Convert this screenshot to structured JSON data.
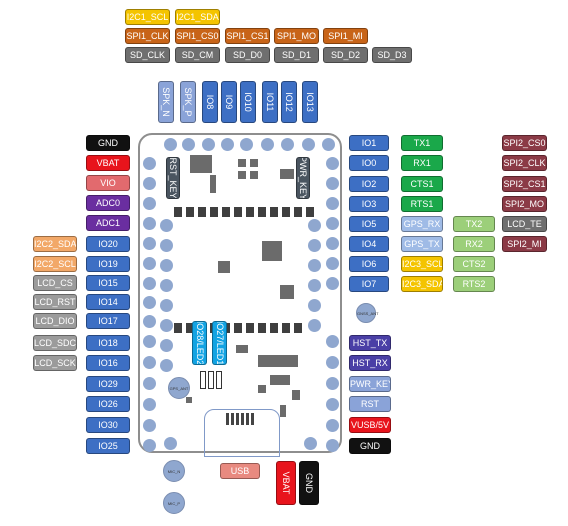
{
  "top": {
    "row1": [
      "I2C1_SCL",
      "I2C1_SDA"
    ],
    "row2": [
      "SPI1_CLK",
      "SPI1_CS0",
      "SPI1_CS1",
      "SPI1_MO",
      "SPI1_MI"
    ],
    "row3": [
      "SD_CLK",
      "SD_CM",
      "SD_D0",
      "SD_D1",
      "SD_D2",
      "SD_D3"
    ],
    "vertical": [
      "SPK_N",
      "SPK_P",
      "IO8",
      "IO9",
      "IO10",
      "IO11",
      "IO12",
      "IO13"
    ]
  },
  "left": {
    "power": [
      "GND",
      "VBAT",
      "VIO",
      "ADC0",
      "ADC1"
    ],
    "io": [
      "IO20",
      "IO19",
      "IO15",
      "IO14",
      "IO17",
      "IO18",
      "IO16",
      "IO29",
      "IO26",
      "IO30",
      "IO25"
    ],
    "alt": [
      "I2C2_SDA",
      "I2C2_SCL",
      "LCD_CS",
      "LCD_RST",
      "LCD_DIO",
      "LCD_SDC",
      "LCD_SCK"
    ]
  },
  "right": {
    "io": [
      "IO1",
      "IO0",
      "IO2",
      "IO3",
      "IO5",
      "IO4",
      "IO6",
      "IO7"
    ],
    "uart": [
      "TX1",
      "RX1",
      "CTS1",
      "RTS1"
    ],
    "gps": [
      "GPS_RX",
      "GPS_TX"
    ],
    "i2c3": [
      "I2C3_SCL",
      "I2C3_SDA"
    ],
    "uart2": [
      "TX2",
      "RX2",
      "CTS2",
      "RTS2"
    ],
    "spi2": [
      "SPI2_CS0",
      "SPI2_CLK",
      "SPI2_CS1",
      "SPI2_MO"
    ],
    "lcd_te": "LCD_TE",
    "spi2_mi": "SPI2_MI",
    "bottom": [
      "HST_TX",
      "HST_RX",
      "PWR_KEY",
      "RST",
      "VUSB/5V",
      "GND"
    ]
  },
  "board": {
    "rst_key": "RST_KEY",
    "pwr_key": "PWR_KEY",
    "led2": "IO28/LED2",
    "led1": "IO27/LED1",
    "gnss": "GNSS_ANT",
    "gps_ant": "GPS_ANT",
    "mic_n": "MIC_N",
    "mic_p": "MIC_P"
  },
  "bottom": {
    "usb": "USB",
    "vbat": "VBAT",
    "gnd": "GND"
  },
  "colors": {
    "io": "#3d6fc4",
    "power_red": "#e8141c",
    "ground": "#111111",
    "uart": "#1aa84a",
    "spi1": "#c86418",
    "i2c": "#f4c400",
    "sd": "#6f6f6f"
  }
}
